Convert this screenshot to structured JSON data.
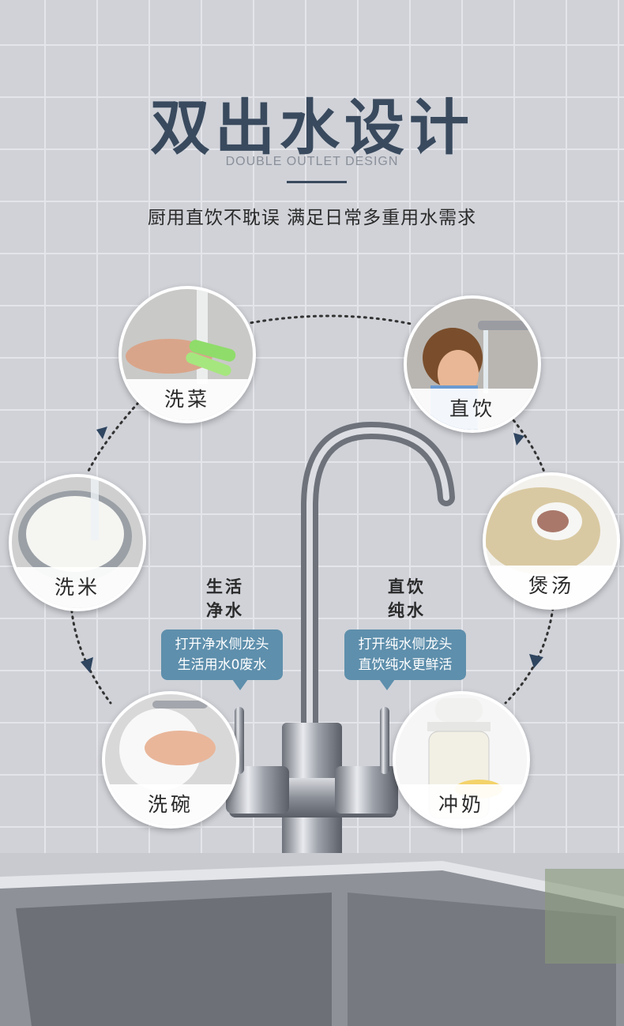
{
  "header": {
    "title": "双出水设计",
    "subtitle_en": "DOUBLE OUTLET DESIGN",
    "tagline": "厨用直饮不耽误 满足日常多重用水需求"
  },
  "uses": {
    "wash_vegetables": "洗菜",
    "direct_drink": "直饮",
    "wash_rice": "洗米",
    "make_soup": "煲汤",
    "wash_dishes": "洗碗",
    "make_milk": "冲奶"
  },
  "left_outlet": {
    "label_line1": "生活",
    "label_line2": "净水",
    "tip_line1": "打开净水侧龙头",
    "tip_line2": "生活用水0废水"
  },
  "right_outlet": {
    "label_line1": "直饮",
    "label_line2": "纯水",
    "tip_line1": "打开纯水侧龙头",
    "tip_line2": "直饮纯水更鲜活"
  },
  "colors": {
    "title": "#3a4a5e",
    "bubble": "#5e8fac",
    "arrow": "#2f4560"
  }
}
